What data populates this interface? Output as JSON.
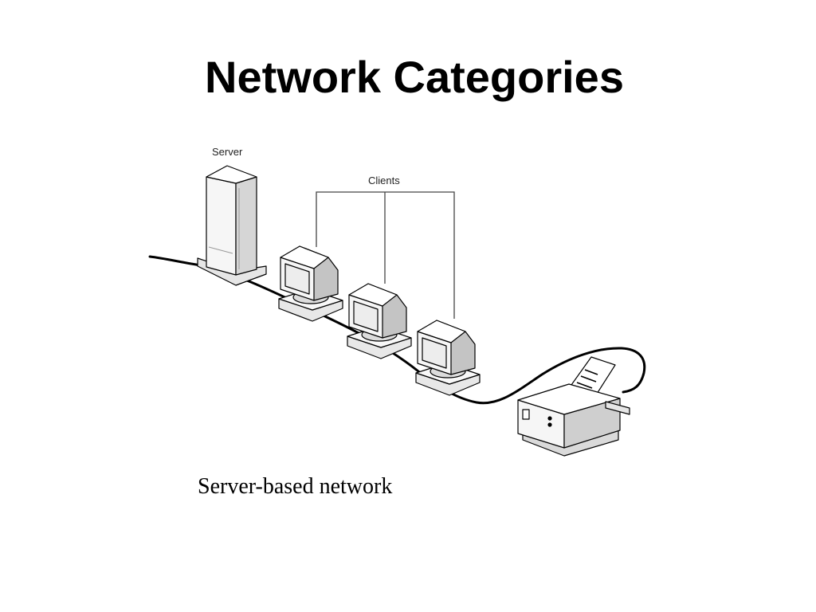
{
  "slide": {
    "title": "Network Categories",
    "caption": "Server-based network"
  },
  "diagram": {
    "labels": {
      "server": "Server",
      "clients": "Clients"
    },
    "nodes": [
      {
        "kind": "server",
        "icon": "server-tower-icon"
      },
      {
        "kind": "client",
        "icon": "desktop-computer-icon"
      },
      {
        "kind": "client",
        "icon": "desktop-computer-icon"
      },
      {
        "kind": "client",
        "icon": "desktop-computer-icon"
      },
      {
        "kind": "printer",
        "icon": "printer-icon"
      }
    ],
    "colors": {
      "line": "#000000",
      "face_light": "#f6f6f6",
      "face_mid": "#dcdcdc",
      "face_dark": "#b8b8b8"
    }
  }
}
